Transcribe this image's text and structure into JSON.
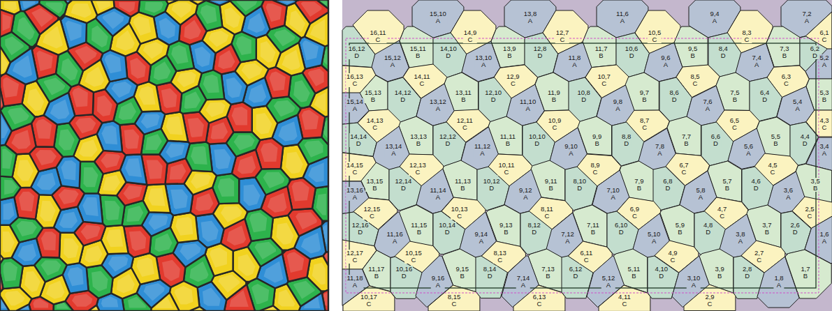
{
  "diagram": {
    "nodes": [
      {
        "text": [
          "15,10",
          "A"
        ]
      },
      {
        "text": [
          "13,8",
          "A"
        ]
      },
      {
        "text": [
          "11,6",
          "A"
        ]
      },
      {
        "text": [
          "9,4",
          "A"
        ]
      },
      {
        "text": [
          "7,2",
          "A"
        ]
      },
      {
        "text": [
          "16,11",
          "C"
        ]
      },
      {
        "text": [
          "14,9",
          "C"
        ]
      },
      {
        "text": [
          "12,7",
          "C"
        ]
      },
      {
        "text": [
          "10,5",
          "C"
        ]
      },
      {
        "text": [
          "8,3",
          "C"
        ]
      },
      {
        "text": [
          "6,1",
          "C"
        ]
      },
      {
        "text": [
          "16,12",
          "D"
        ]
      },
      {
        "text": [
          "15,11",
          "B"
        ]
      },
      {
        "text": [
          "14,10",
          "D"
        ]
      },
      {
        "text": [
          "13,9",
          "B"
        ]
      },
      {
        "text": [
          "12,8",
          "D"
        ]
      },
      {
        "text": [
          "11,7",
          "B"
        ]
      },
      {
        "text": [
          "10,6",
          "D"
        ]
      },
      {
        "text": [
          "9,5",
          "B"
        ]
      },
      {
        "text": [
          "8,4",
          "D"
        ]
      },
      {
        "text": [
          "7,3",
          "B"
        ]
      },
      {
        "text": [
          "6,2",
          "D"
        ]
      },
      {
        "text": [
          "15,12",
          "A"
        ]
      },
      {
        "text": [
          "13,10",
          "A"
        ]
      },
      {
        "text": [
          "11,8",
          "A"
        ]
      },
      {
        "text": [
          "9,6",
          "A"
        ]
      },
      {
        "text": [
          "7,4",
          "A"
        ]
      },
      {
        "text": [
          "5,2",
          "A"
        ]
      },
      {
        "text": [
          "16,13",
          "C"
        ]
      },
      {
        "text": [
          "14,11",
          "C"
        ]
      },
      {
        "text": [
          "12,9",
          "C"
        ]
      },
      {
        "text": [
          "10,7",
          "C"
        ]
      },
      {
        "text": [
          "8,5",
          "C"
        ]
      },
      {
        "text": [
          "6,3",
          "C"
        ]
      },
      {
        "text": [
          "15,13",
          "B"
        ]
      },
      {
        "text": [
          "14,12",
          "D"
        ]
      },
      {
        "text": [
          "13,11",
          "B"
        ]
      },
      {
        "text": [
          "12,10",
          "D"
        ]
      },
      {
        "text": [
          "11,9",
          "B"
        ]
      },
      {
        "text": [
          "10,8",
          "D"
        ]
      },
      {
        "text": [
          "9,7",
          "B"
        ]
      },
      {
        "text": [
          "8,6",
          "D"
        ]
      },
      {
        "text": [
          "7,5",
          "B"
        ]
      },
      {
        "text": [
          "6,4",
          "D"
        ]
      },
      {
        "text": [
          "5,3",
          "B"
        ]
      },
      {
        "text": [
          "15,14",
          "A"
        ]
      },
      {
        "text": [
          "13,12",
          "A"
        ]
      },
      {
        "text": [
          "11,10",
          "A"
        ]
      },
      {
        "text": [
          "9,8",
          "A"
        ]
      },
      {
        "text": [
          "7,6",
          "A"
        ]
      },
      {
        "text": [
          "5,4",
          "A"
        ]
      },
      {
        "text": [
          "14,13",
          "C"
        ]
      },
      {
        "text": [
          "12,11",
          "C"
        ]
      },
      {
        "text": [
          "10,9",
          "C"
        ]
      },
      {
        "text": [
          "8,7",
          "C"
        ]
      },
      {
        "text": [
          "6,5",
          "C"
        ]
      },
      {
        "text": [
          "4,3",
          "C"
        ]
      },
      {
        "text": [
          "14,14",
          "D"
        ]
      },
      {
        "text": [
          "13,13",
          "B"
        ]
      },
      {
        "text": [
          "12,12",
          "D"
        ]
      },
      {
        "text": [
          "11,11",
          "B"
        ]
      },
      {
        "text": [
          "10,10",
          "D"
        ]
      },
      {
        "text": [
          "9,9",
          "B"
        ]
      },
      {
        "text": [
          "8,8",
          "D"
        ]
      },
      {
        "text": [
          "7,7",
          "B"
        ]
      },
      {
        "text": [
          "6,6",
          "D"
        ]
      },
      {
        "text": [
          "5,5",
          "B"
        ]
      },
      {
        "text": [
          "4,4",
          "D"
        ]
      },
      {
        "text": [
          "13,14",
          "A"
        ]
      },
      {
        "text": [
          "11,12",
          "A"
        ]
      },
      {
        "text": [
          "9,10",
          "A"
        ]
      },
      {
        "text": [
          "7,8",
          "A"
        ]
      },
      {
        "text": [
          "5,6",
          "A"
        ]
      },
      {
        "text": [
          "3,4",
          "A"
        ]
      },
      {
        "text": [
          "14,15",
          "C"
        ]
      },
      {
        "text": [
          "12,13",
          "C"
        ]
      },
      {
        "text": [
          "10,11",
          "C"
        ]
      },
      {
        "text": [
          "8,9",
          "C"
        ]
      },
      {
        "text": [
          "6,7",
          "C"
        ]
      },
      {
        "text": [
          "4,5",
          "C"
        ]
      },
      {
        "text": [
          "13,15",
          "B"
        ]
      },
      {
        "text": [
          "12,14",
          "D"
        ]
      },
      {
        "text": [
          "11,13",
          "B"
        ]
      },
      {
        "text": [
          "10,12",
          "D"
        ]
      },
      {
        "text": [
          "9,11",
          "B"
        ]
      },
      {
        "text": [
          "8,10",
          "D"
        ]
      },
      {
        "text": [
          "7,9",
          "B"
        ]
      },
      {
        "text": [
          "6,8",
          "D"
        ]
      },
      {
        "text": [
          "5,7",
          "B"
        ]
      },
      {
        "text": [
          "4,6",
          "D"
        ]
      },
      {
        "text": [
          "3,5",
          "B"
        ]
      },
      {
        "text": [
          "13,16",
          "A"
        ]
      },
      {
        "text": [
          "11,14",
          "A"
        ]
      },
      {
        "text": [
          "9,12",
          "A"
        ]
      },
      {
        "text": [
          "7,10",
          "A"
        ]
      },
      {
        "text": [
          "5,8",
          "A"
        ]
      },
      {
        "text": [
          "3,6",
          "A"
        ]
      },
      {
        "text": [
          "12,15",
          "C"
        ]
      },
      {
        "text": [
          "10,13",
          "C"
        ]
      },
      {
        "text": [
          "8,11",
          "C"
        ]
      },
      {
        "text": [
          "6,9",
          "C"
        ]
      },
      {
        "text": [
          "4,7",
          "C"
        ]
      },
      {
        "text": [
          "2,5",
          "C"
        ]
      },
      {
        "text": [
          "12,16",
          "D"
        ]
      },
      {
        "text": [
          "11,15",
          "B"
        ]
      },
      {
        "text": [
          "10,14",
          "D"
        ]
      },
      {
        "text": [
          "9,13",
          "B"
        ]
      },
      {
        "text": [
          "8,12",
          "D"
        ]
      },
      {
        "text": [
          "7,11",
          "B"
        ]
      },
      {
        "text": [
          "6,10",
          "D"
        ]
      },
      {
        "text": [
          "5,9",
          "B"
        ]
      },
      {
        "text": [
          "4,8",
          "D"
        ]
      },
      {
        "text": [
          "3,7",
          "B"
        ]
      },
      {
        "text": [
          "2,6",
          "D"
        ]
      },
      {
        "text": [
          "11,16",
          "A"
        ]
      },
      {
        "text": [
          "9,14",
          "A"
        ]
      },
      {
        "text": [
          "7,12",
          "A"
        ]
      },
      {
        "text": [
          "5,10",
          "A"
        ]
      },
      {
        "text": [
          "3,8",
          "A"
        ]
      },
      {
        "text": [
          "1,6",
          "A"
        ]
      },
      {
        "text": [
          "12,17",
          "C"
        ]
      },
      {
        "text": [
          "10,15",
          "C"
        ]
      },
      {
        "text": [
          "8,13",
          "C"
        ]
      },
      {
        "text": [
          "6,11",
          "C"
        ]
      },
      {
        "text": [
          "4,9",
          "C"
        ]
      },
      {
        "text": [
          "2,7",
          "C"
        ]
      },
      {
        "text": [
          "11,17",
          "B"
        ]
      },
      {
        "text": [
          "10,16",
          "D"
        ]
      },
      {
        "text": [
          "9,15",
          "B"
        ]
      },
      {
        "text": [
          "8,14",
          "D"
        ]
      },
      {
        "text": [
          "7,13",
          "B"
        ]
      },
      {
        "text": [
          "6,12",
          "D"
        ]
      },
      {
        "text": [
          "5,11",
          "B"
        ]
      },
      {
        "text": [
          "4,10",
          "D"
        ]
      },
      {
        "text": [
          "3,9",
          "B"
        ]
      },
      {
        "text": [
          "2,8",
          "D"
        ]
      },
      {
        "text": [
          "1,7",
          "B"
        ]
      },
      {
        "text": [
          "11,18",
          "A"
        ]
      },
      {
        "text": [
          "9,16",
          "A"
        ]
      },
      {
        "text": [
          "7,14",
          "A"
        ]
      },
      {
        "text": [
          "5,12",
          "A"
        ]
      },
      {
        "text": [
          "3,10",
          "A"
        ]
      },
      {
        "text": [
          "1,8",
          "A"
        ]
      },
      {
        "text": [
          "10,17",
          "C"
        ]
      },
      {
        "text": [
          "8,15",
          "C"
        ]
      },
      {
        "text": [
          "6,13",
          "C"
        ]
      },
      {
        "text": [
          "4,11",
          "C"
        ]
      },
      {
        "text": [
          "2,9",
          "C"
        ]
      }
    ]
  }
}
